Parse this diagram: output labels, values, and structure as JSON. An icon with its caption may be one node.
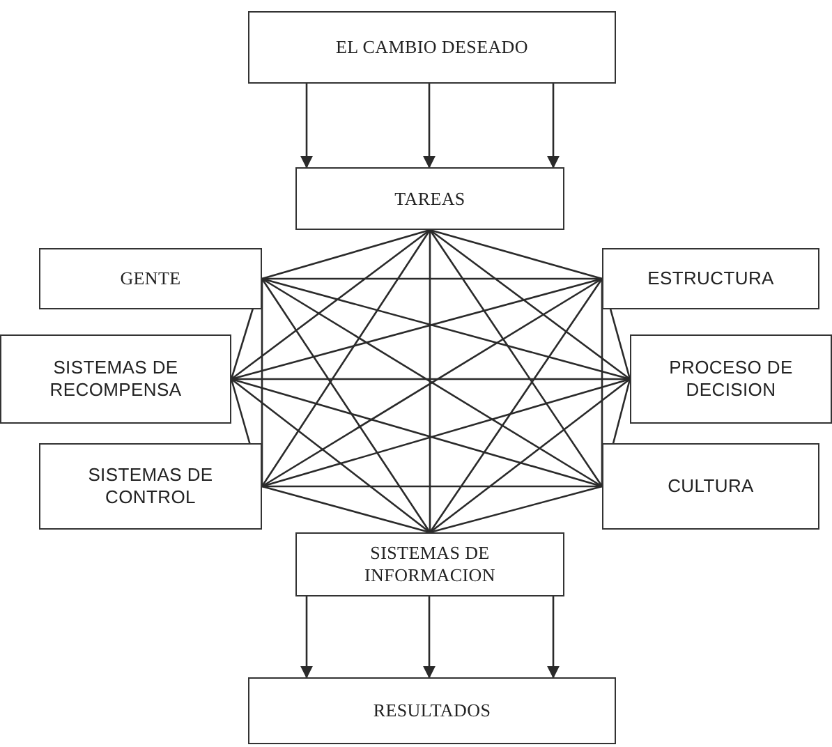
{
  "diagram": {
    "nodes": [
      {
        "text": [
          "EL CAMBIO DESEADO"
        ]
      },
      {
        "text": [
          "TAREAS"
        ]
      },
      {
        "text": [
          "GENTE"
        ]
      },
      {
        "text": [
          "ESTRUCTURA"
        ]
      },
      {
        "text": [
          "SISTEMAS DE RECOMPENSA"
        ]
      },
      {
        "text": [
          "PROCESO DE DECISION"
        ]
      },
      {
        "text": [
          "SISTEMAS DE CONTROL"
        ]
      },
      {
        "text": [
          "CULTURA"
        ]
      },
      {
        "text": [
          "SISTEMAS DE INFORMACION"
        ]
      },
      {
        "text": [
          "RESULTADOS"
        ]
      }
    ],
    "edges": [
      {
        "from": 0,
        "to": 1,
        "arrow": "to"
      },
      {
        "from": 0,
        "to": 1,
        "arrow": "to"
      },
      {
        "from": 0,
        "to": 1,
        "arrow": "to"
      },
      {
        "from": 1,
        "to": 2,
        "arrow": "none"
      },
      {
        "from": 1,
        "to": 3,
        "arrow": "none"
      },
      {
        "from": 1,
        "to": 4,
        "arrow": "none"
      },
      {
        "from": 1,
        "to": 5,
        "arrow": "none"
      },
      {
        "from": 1,
        "to": 6,
        "arrow": "none"
      },
      {
        "from": 1,
        "to": 7,
        "arrow": "none"
      },
      {
        "from": 1,
        "to": 8,
        "arrow": "none"
      },
      {
        "from": 2,
        "to": 3,
        "arrow": "none"
      },
      {
        "from": 2,
        "to": 4,
        "arrow": "none"
      },
      {
        "from": 2,
        "to": 5,
        "arrow": "none"
      },
      {
        "from": 2,
        "to": 6,
        "arrow": "none"
      },
      {
        "from": 2,
        "to": 7,
        "arrow": "none"
      },
      {
        "from": 2,
        "to": 8,
        "arrow": "none"
      },
      {
        "from": 3,
        "to": 4,
        "arrow": "none"
      },
      {
        "from": 3,
        "to": 5,
        "arrow": "none"
      },
      {
        "from": 3,
        "to": 6,
        "arrow": "none"
      },
      {
        "from": 3,
        "to": 7,
        "arrow": "none"
      },
      {
        "from": 3,
        "to": 8,
        "arrow": "none"
      },
      {
        "from": 4,
        "to": 5,
        "arrow": "none"
      },
      {
        "from": 4,
        "to": 6,
        "arrow": "none"
      },
      {
        "from": 4,
        "to": 7,
        "arrow": "none"
      },
      {
        "from": 4,
        "to": 8,
        "arrow": "none"
      },
      {
        "from": 5,
        "to": 6,
        "arrow": "none"
      },
      {
        "from": 5,
        "to": 7,
        "arrow": "none"
      },
      {
        "from": 5,
        "to": 8,
        "arrow": "none"
      },
      {
        "from": 6,
        "to": 7,
        "arrow": "none"
      },
      {
        "from": 6,
        "to": 8,
        "arrow": "none"
      },
      {
        "from": 7,
        "to": 8,
        "arrow": "none"
      },
      {
        "from": 8,
        "to": 9,
        "arrow": "to"
      },
      {
        "from": 8,
        "to": 9,
        "arrow": "to"
      },
      {
        "from": 8,
        "to": 9,
        "arrow": "to"
      }
    ]
  }
}
